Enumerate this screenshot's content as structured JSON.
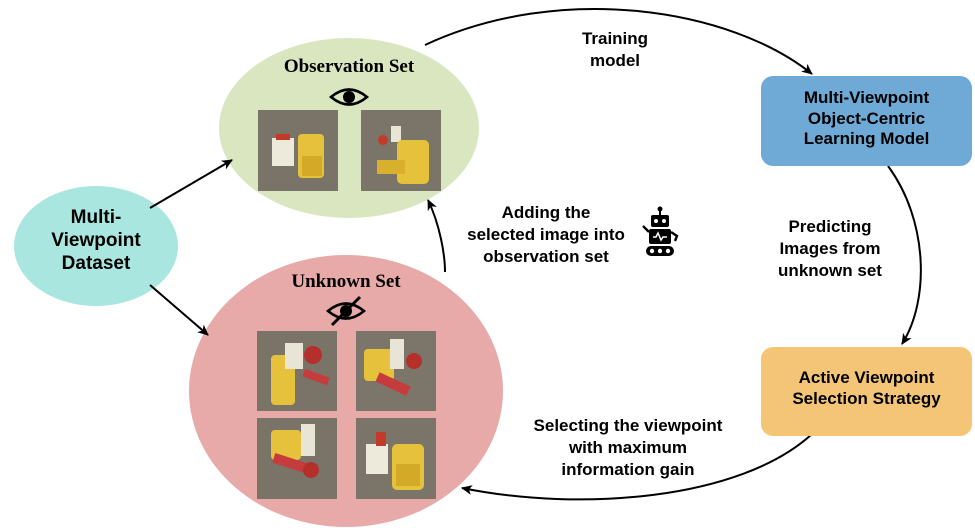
{
  "nodes": {
    "dataset": "Multi-\nViewpoint\nDataset",
    "observation_title": "Observation Set",
    "unknown_title": "Unknown Set",
    "model": "Multi-Viewpoint\nObject-Centric\nLearning Model",
    "strategy": "Active Viewpoint\nSelection Strategy"
  },
  "edges": {
    "training": "Training\nmodel",
    "predicting": "Predicting\nImages from\nunknown set",
    "selecting": "Selecting the viewpoint\nwith maximum\ninformation gain",
    "adding": "Adding the\nselected image into\nobservation set"
  },
  "colors": {
    "dataset_fill": "#a8e6df",
    "observation_fill": "#d9e6bf",
    "unknown_fill": "#e8a9a9",
    "model_fill": "#6faad6",
    "strategy_fill": "#f5c577",
    "ground": "#7a7368"
  },
  "icons": {
    "observation": "eye-icon",
    "unknown": "eye-slash-icon",
    "agent": "robot-icon"
  }
}
